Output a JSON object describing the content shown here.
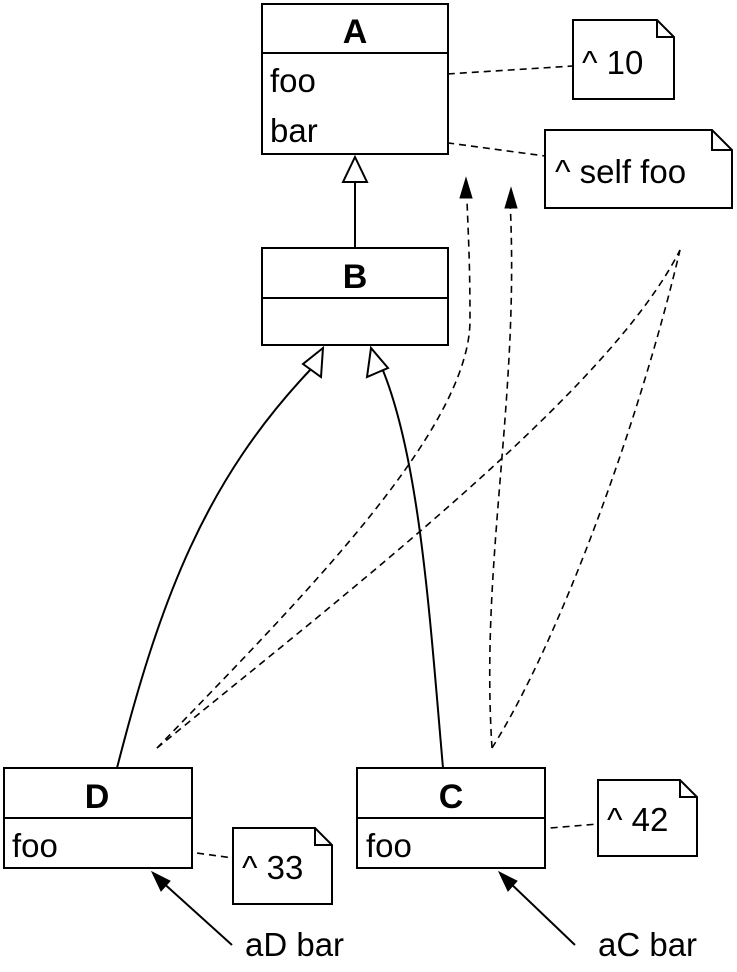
{
  "classes": {
    "a": {
      "name": "A",
      "methods": [
        "foo",
        "bar"
      ]
    },
    "b": {
      "name": "B",
      "methods": []
    },
    "d": {
      "name": "D",
      "methods": [
        "foo"
      ]
    },
    "c": {
      "name": "C",
      "methods": [
        "foo"
      ]
    }
  },
  "notes": {
    "a_foo": "^ 10",
    "a_bar": "^ self foo",
    "d_foo": "^ 33",
    "c_foo": "^ 42"
  },
  "messages": {
    "d": "aD bar",
    "c": "aC bar"
  }
}
